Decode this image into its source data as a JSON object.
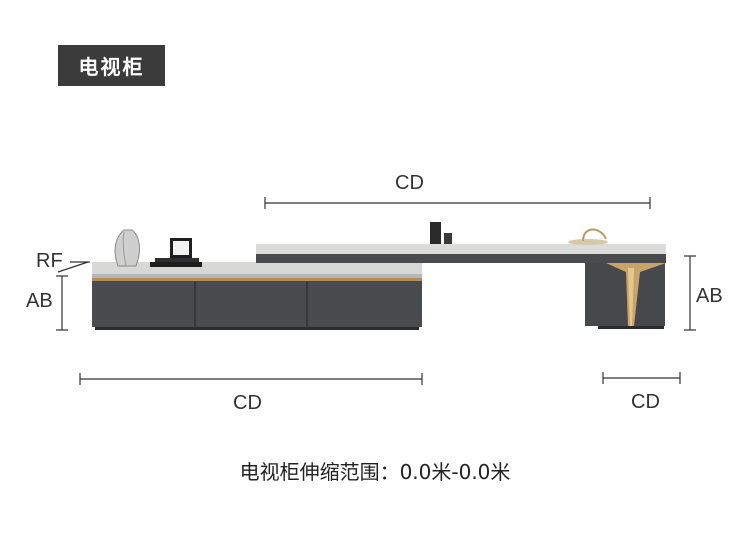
{
  "product_tag": "电视柜",
  "dimensions": {
    "top_width": "CD",
    "left_height": "AB",
    "top_thickness": "RF",
    "bottom_left_width": "CD",
    "right_height": "AB",
    "bottom_right_width": "CD"
  },
  "caption": "电视柜伸缩范围：0.0米-0.0米",
  "colors": {
    "cabinet_dark": "#4a4b4e",
    "marble_top": "#dcdcda",
    "gold_accent": "#c9a46a",
    "badge_bg": "#3b3b3b"
  }
}
